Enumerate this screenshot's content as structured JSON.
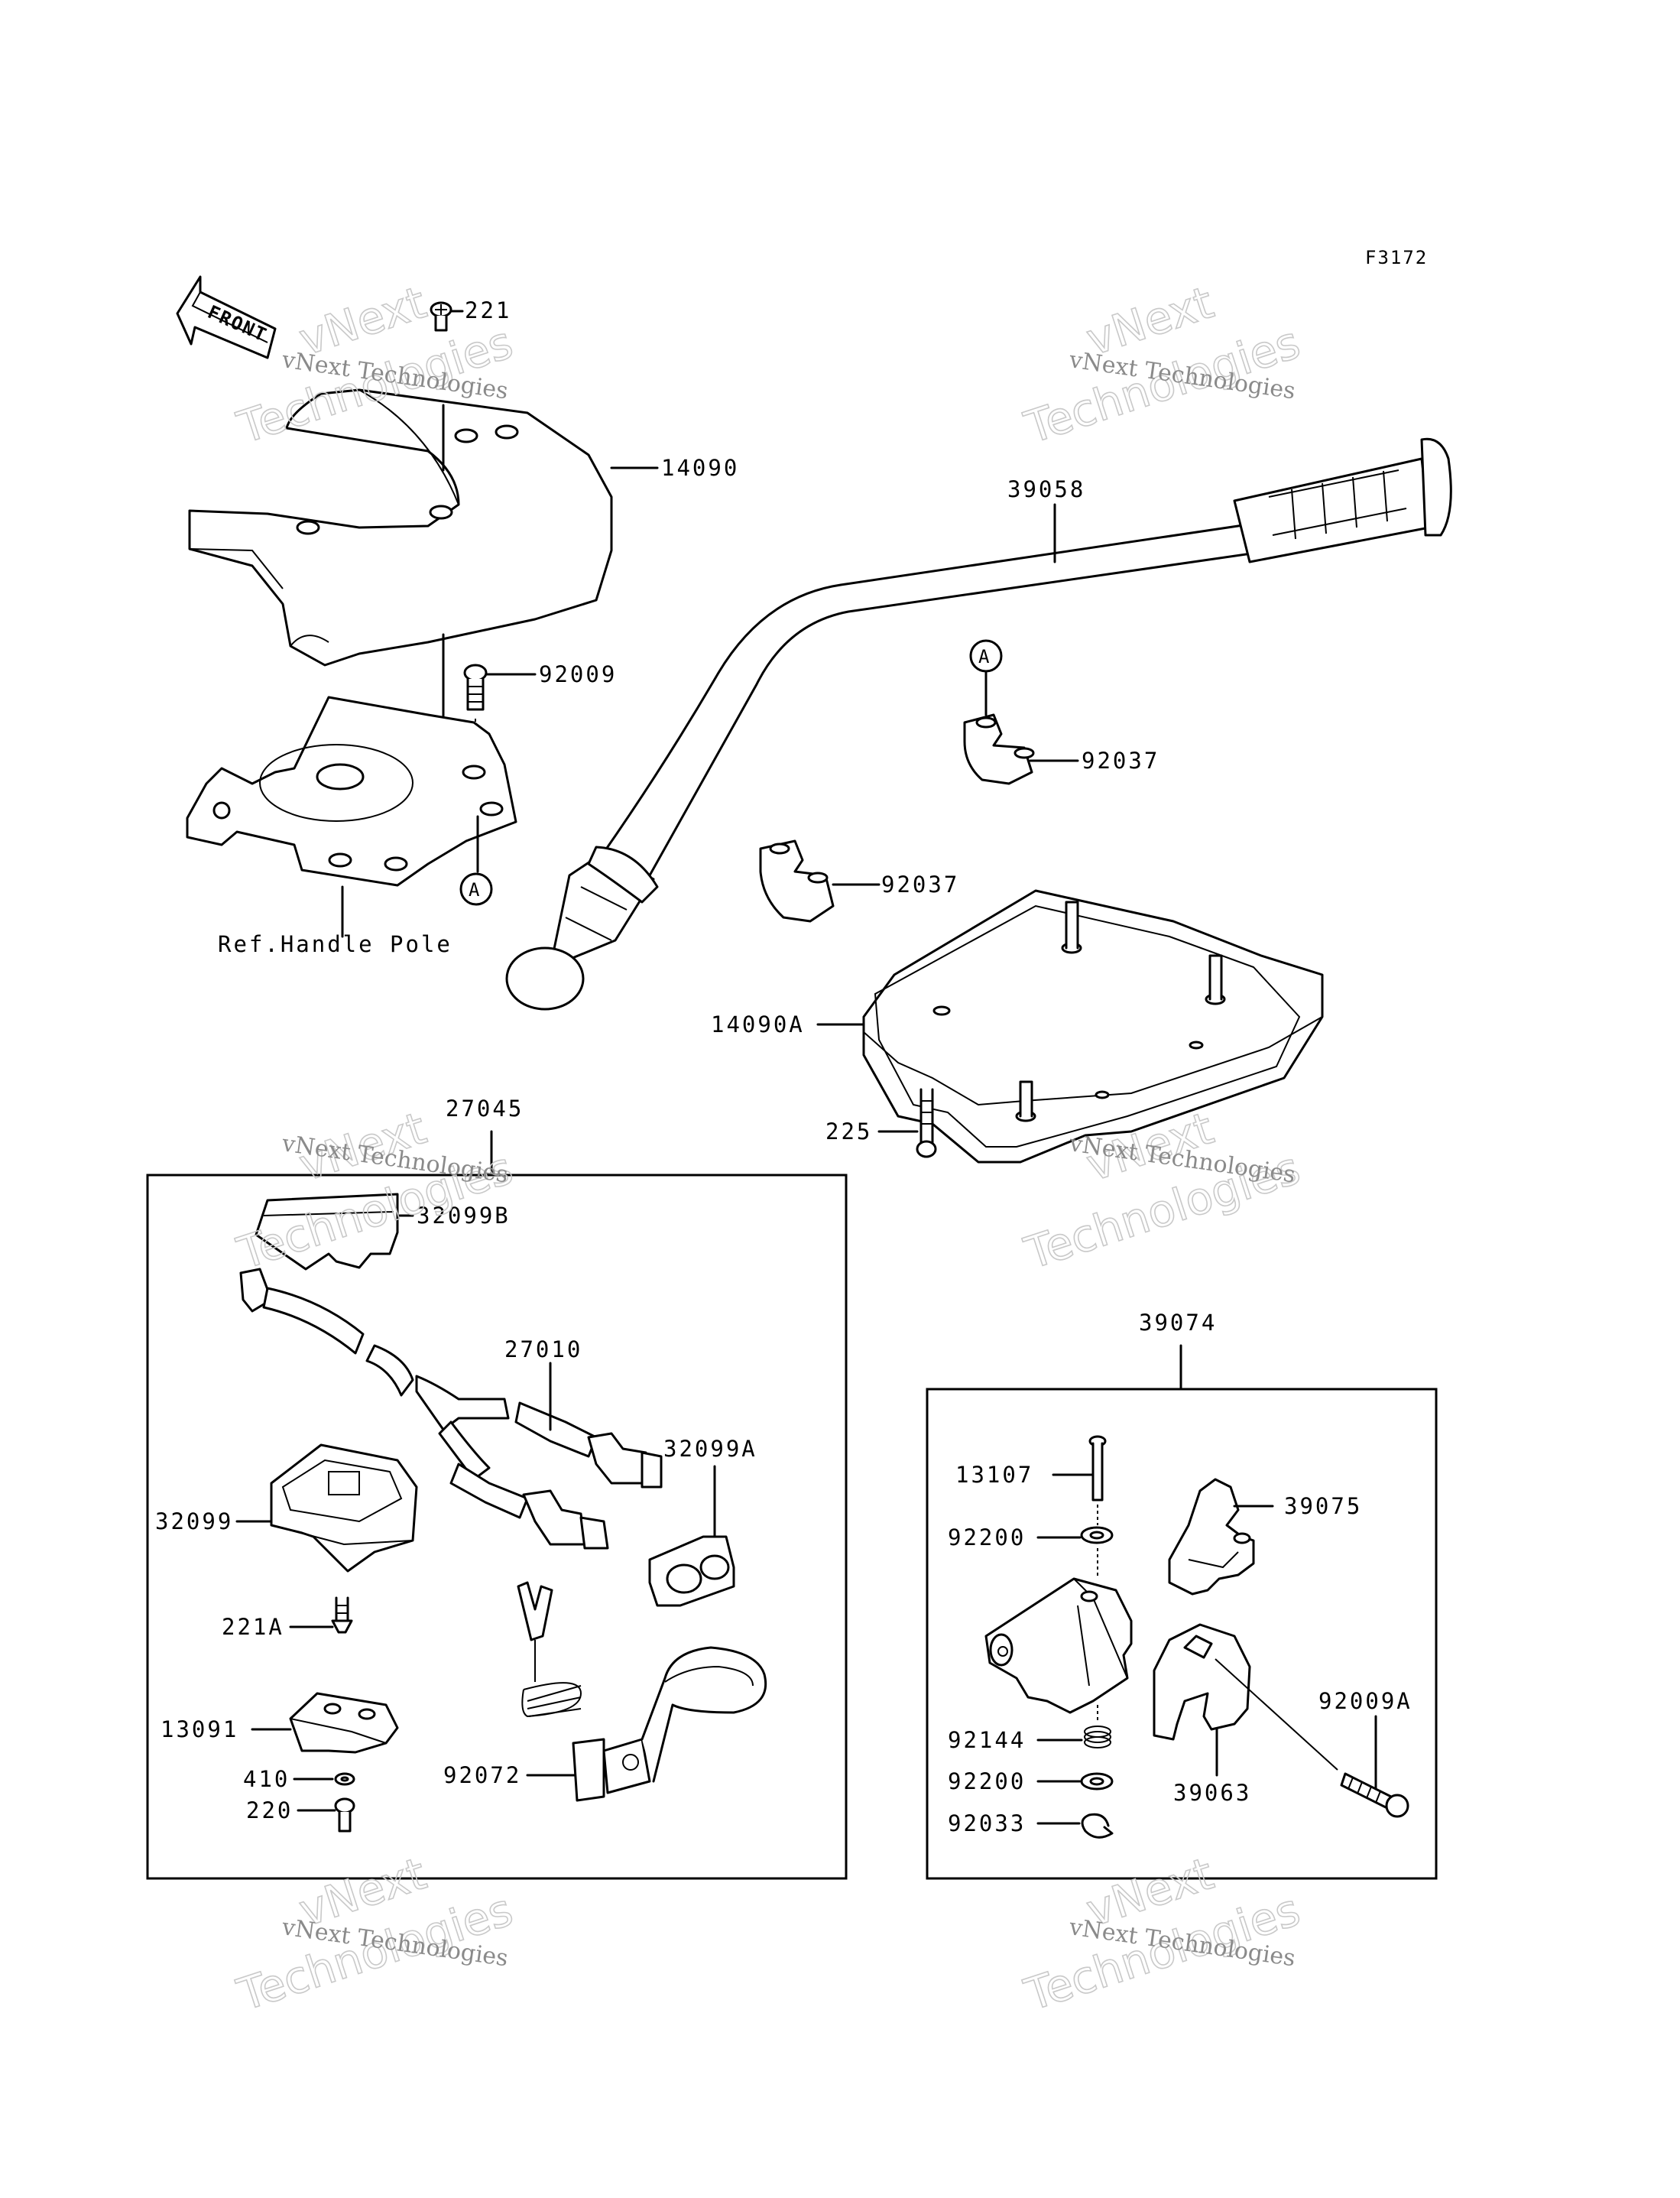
{
  "figure_code": "F3172",
  "front_label": "FRONT",
  "ref_note": "Ref.Handle Pole",
  "marker_a": "A",
  "watermark": {
    "line1": "vNext Technologies",
    "line2": "vNext",
    "line3": "Technologies"
  },
  "parts": {
    "p221": "221",
    "p14090": "14090",
    "p39058": "39058",
    "p92009": "92009",
    "p92037a": "92037",
    "p92037b": "92037",
    "p14090A": "14090A",
    "p225": "225",
    "p27045": "27045",
    "p32099B": "32099B",
    "p27010": "27010",
    "p32099A": "32099A",
    "p32099": "32099",
    "p221A": "221A",
    "p13091": "13091",
    "p410": "410",
    "p220": "220",
    "p92072": "92072",
    "p39074": "39074",
    "p13107": "13107",
    "p39075": "39075",
    "p92200a": "92200",
    "p92144": "92144",
    "p92200b": "92200",
    "p92033": "92033",
    "p39063": "39063",
    "p92009A": "92009A"
  }
}
